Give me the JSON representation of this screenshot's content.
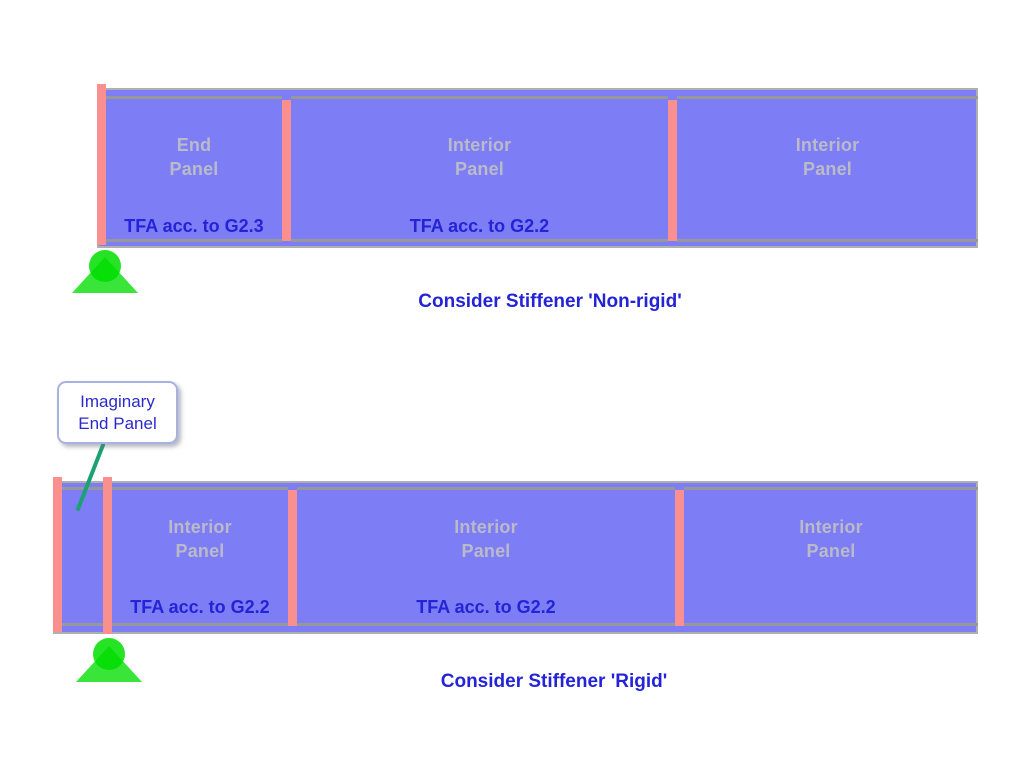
{
  "colors": {
    "panel_purple": "#7D7DF5",
    "stiffener_pink": "#FA8F8F",
    "flange_gray": "#98989A",
    "beam_edge_gray": "#AFAFAF",
    "panel_label_gray": "#BABAC9",
    "text_blue": "#2424D6",
    "support_green": "#00DE00",
    "leader_teal": "#1BA173",
    "callout_border": "#A9B1DE",
    "background": "#FFFFFF"
  },
  "top_diagram": {
    "caption": "Consider Stiffener 'Non-rigid'",
    "panels": [
      {
        "line1": "End",
        "line2": "Panel",
        "tfa": "TFA acc. to G2.3"
      },
      {
        "line1": "Interior",
        "line2": "Panel",
        "tfa": "TFA acc. to G2.2"
      },
      {
        "line1": "Interior",
        "line2": "Panel",
        "tfa": ""
      }
    ]
  },
  "bottom_diagram": {
    "caption": "Consider Stiffener 'Rigid'",
    "callout": {
      "line1": "Imaginary",
      "line2": "End Panel"
    },
    "panels": [
      {
        "line1": "Interior",
        "line2": "Panel",
        "tfa": "TFA acc. to G2.2"
      },
      {
        "line1": "Interior",
        "line2": "Panel",
        "tfa": "TFA acc. to G2.2"
      },
      {
        "line1": "Interior",
        "line2": "Panel",
        "tfa": ""
      }
    ]
  }
}
